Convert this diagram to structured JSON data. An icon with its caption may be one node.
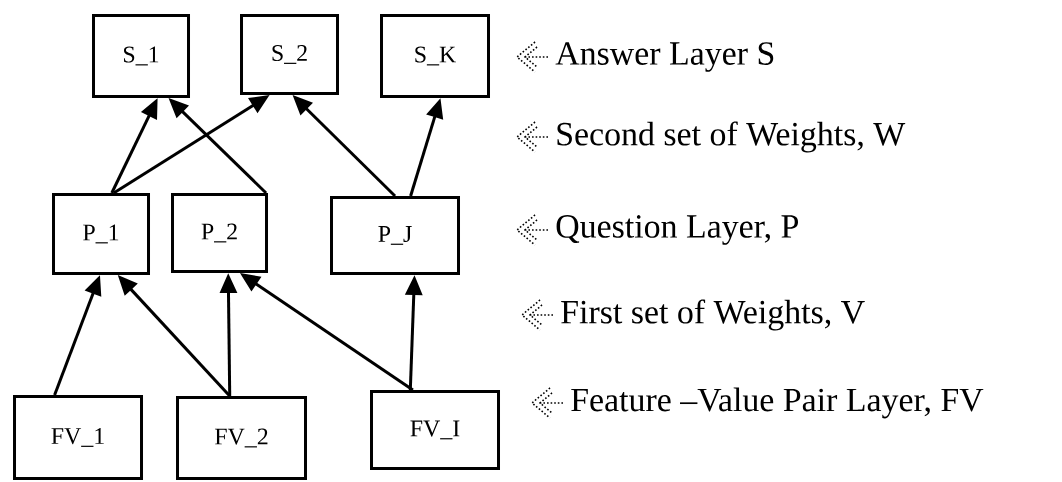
{
  "diagram": {
    "nodes": [
      {
        "text": [
          "S_1"
        ]
      },
      {
        "text": [
          "S_2"
        ]
      },
      {
        "text": [
          "S_K"
        ]
      },
      {
        "text": [
          "P_1"
        ]
      },
      {
        "text": [
          "P_2"
        ]
      },
      {
        "text": [
          "P_J"
        ]
      },
      {
        "text": [
          "FV_1"
        ]
      },
      {
        "text": [
          "FV_2"
        ]
      },
      {
        "text": [
          "FV_I"
        ]
      }
    ],
    "edges": [
      {
        "from": 6,
        "to": 3,
        "arrow": "to"
      },
      {
        "from": 7,
        "to": 3,
        "arrow": "to"
      },
      {
        "from": 7,
        "to": 4,
        "arrow": "to"
      },
      {
        "from": 8,
        "to": 4,
        "arrow": "to"
      },
      {
        "from": 8,
        "to": 5,
        "arrow": "to"
      },
      {
        "from": 3,
        "to": 0,
        "arrow": "to"
      },
      {
        "from": 3,
        "to": 1,
        "arrow": "to"
      },
      {
        "from": 4,
        "to": 0,
        "arrow": "to"
      },
      {
        "from": 5,
        "to": 1,
        "arrow": "to"
      },
      {
        "from": 5,
        "to": 2,
        "arrow": "to"
      }
    ],
    "labels": [
      "Answer Layer S",
      "Second set of Weights, W",
      "Question Layer, P",
      "First set of Weights, V",
      "Feature –Value Pair Layer, FV"
    ]
  }
}
